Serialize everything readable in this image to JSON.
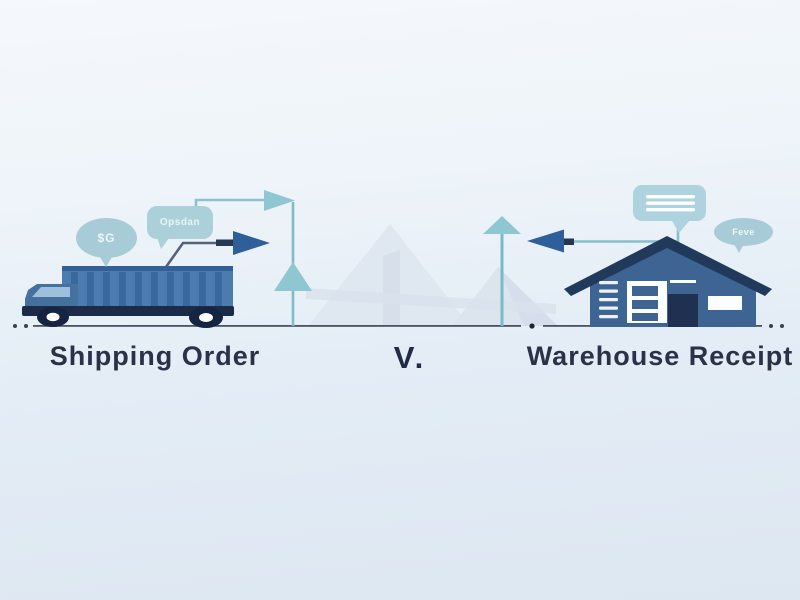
{
  "titles": {
    "left": "Shipping Order",
    "versus": "V.",
    "right": "Warehouse Receipt"
  },
  "bubbles": {
    "truck_oval_text": "$G",
    "truck_box_text": "Opsdan",
    "warehouse_oval_text": "Feve",
    "warehouse_large_bubble_lines": 3
  },
  "icons": {
    "left": "delivery-truck-illustration",
    "right": "warehouse-building-illustration",
    "arrow_glyphs": [
      "right-arrow-teal",
      "right-arrow-blue",
      "up-arrow-teal-left",
      "up-arrow-teal-right",
      "left-arrow-blue"
    ]
  },
  "colors": {
    "background_top": "#f5f8fc",
    "background_bottom": "#dde7f1",
    "accent_teal": "#8cc3cf",
    "accent_blue": "#2f5f9a",
    "navy_dark": "#213a5c",
    "truck_body_blue": "#4c7bb0",
    "warehouse_wall_blue": "#3e6494",
    "bubble_blue": "#aed3de",
    "caption_text": "#2a3247",
    "ground_line": "#4a5263"
  }
}
